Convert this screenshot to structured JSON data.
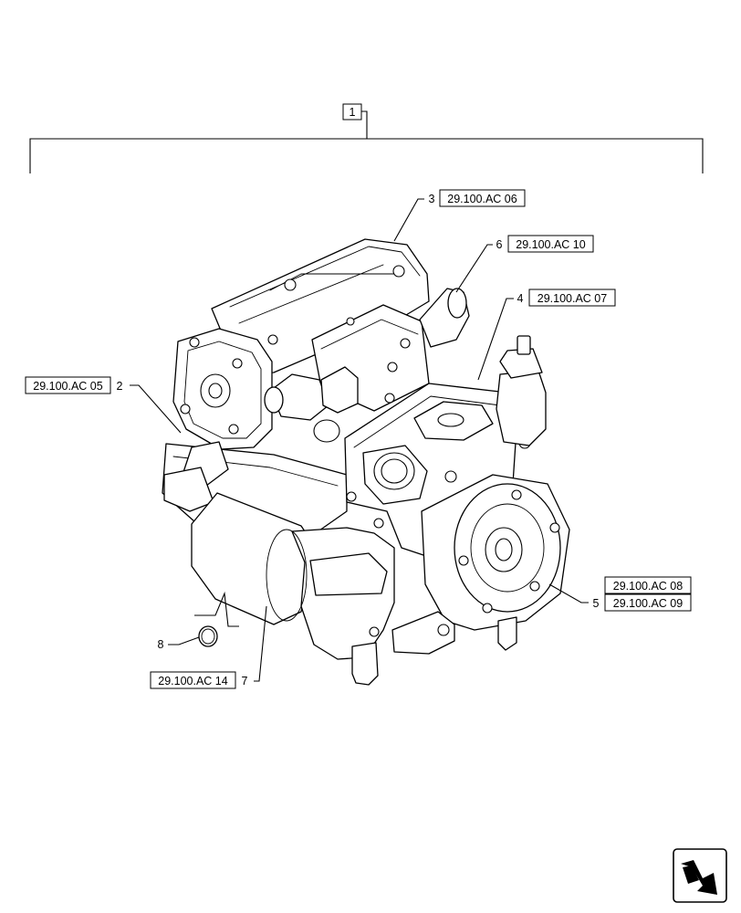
{
  "diagram": {
    "assembly_item": "1",
    "callouts": [
      {
        "item": "2",
        "ref": "29.100.AC 05"
      },
      {
        "item": "3",
        "ref": "29.100.AC 06"
      },
      {
        "item": "4",
        "ref": "29.100.AC 07"
      },
      {
        "item": "5",
        "ref_a": "29.100.AC 08",
        "ref_b": "29.100.AC 09"
      },
      {
        "item": "6",
        "ref": "29.100.AC 10"
      },
      {
        "item": "7",
        "ref": "29.100.AC 14"
      },
      {
        "item": "8"
      }
    ]
  },
  "icons": {
    "nav": "next-page-arrow-icon"
  }
}
